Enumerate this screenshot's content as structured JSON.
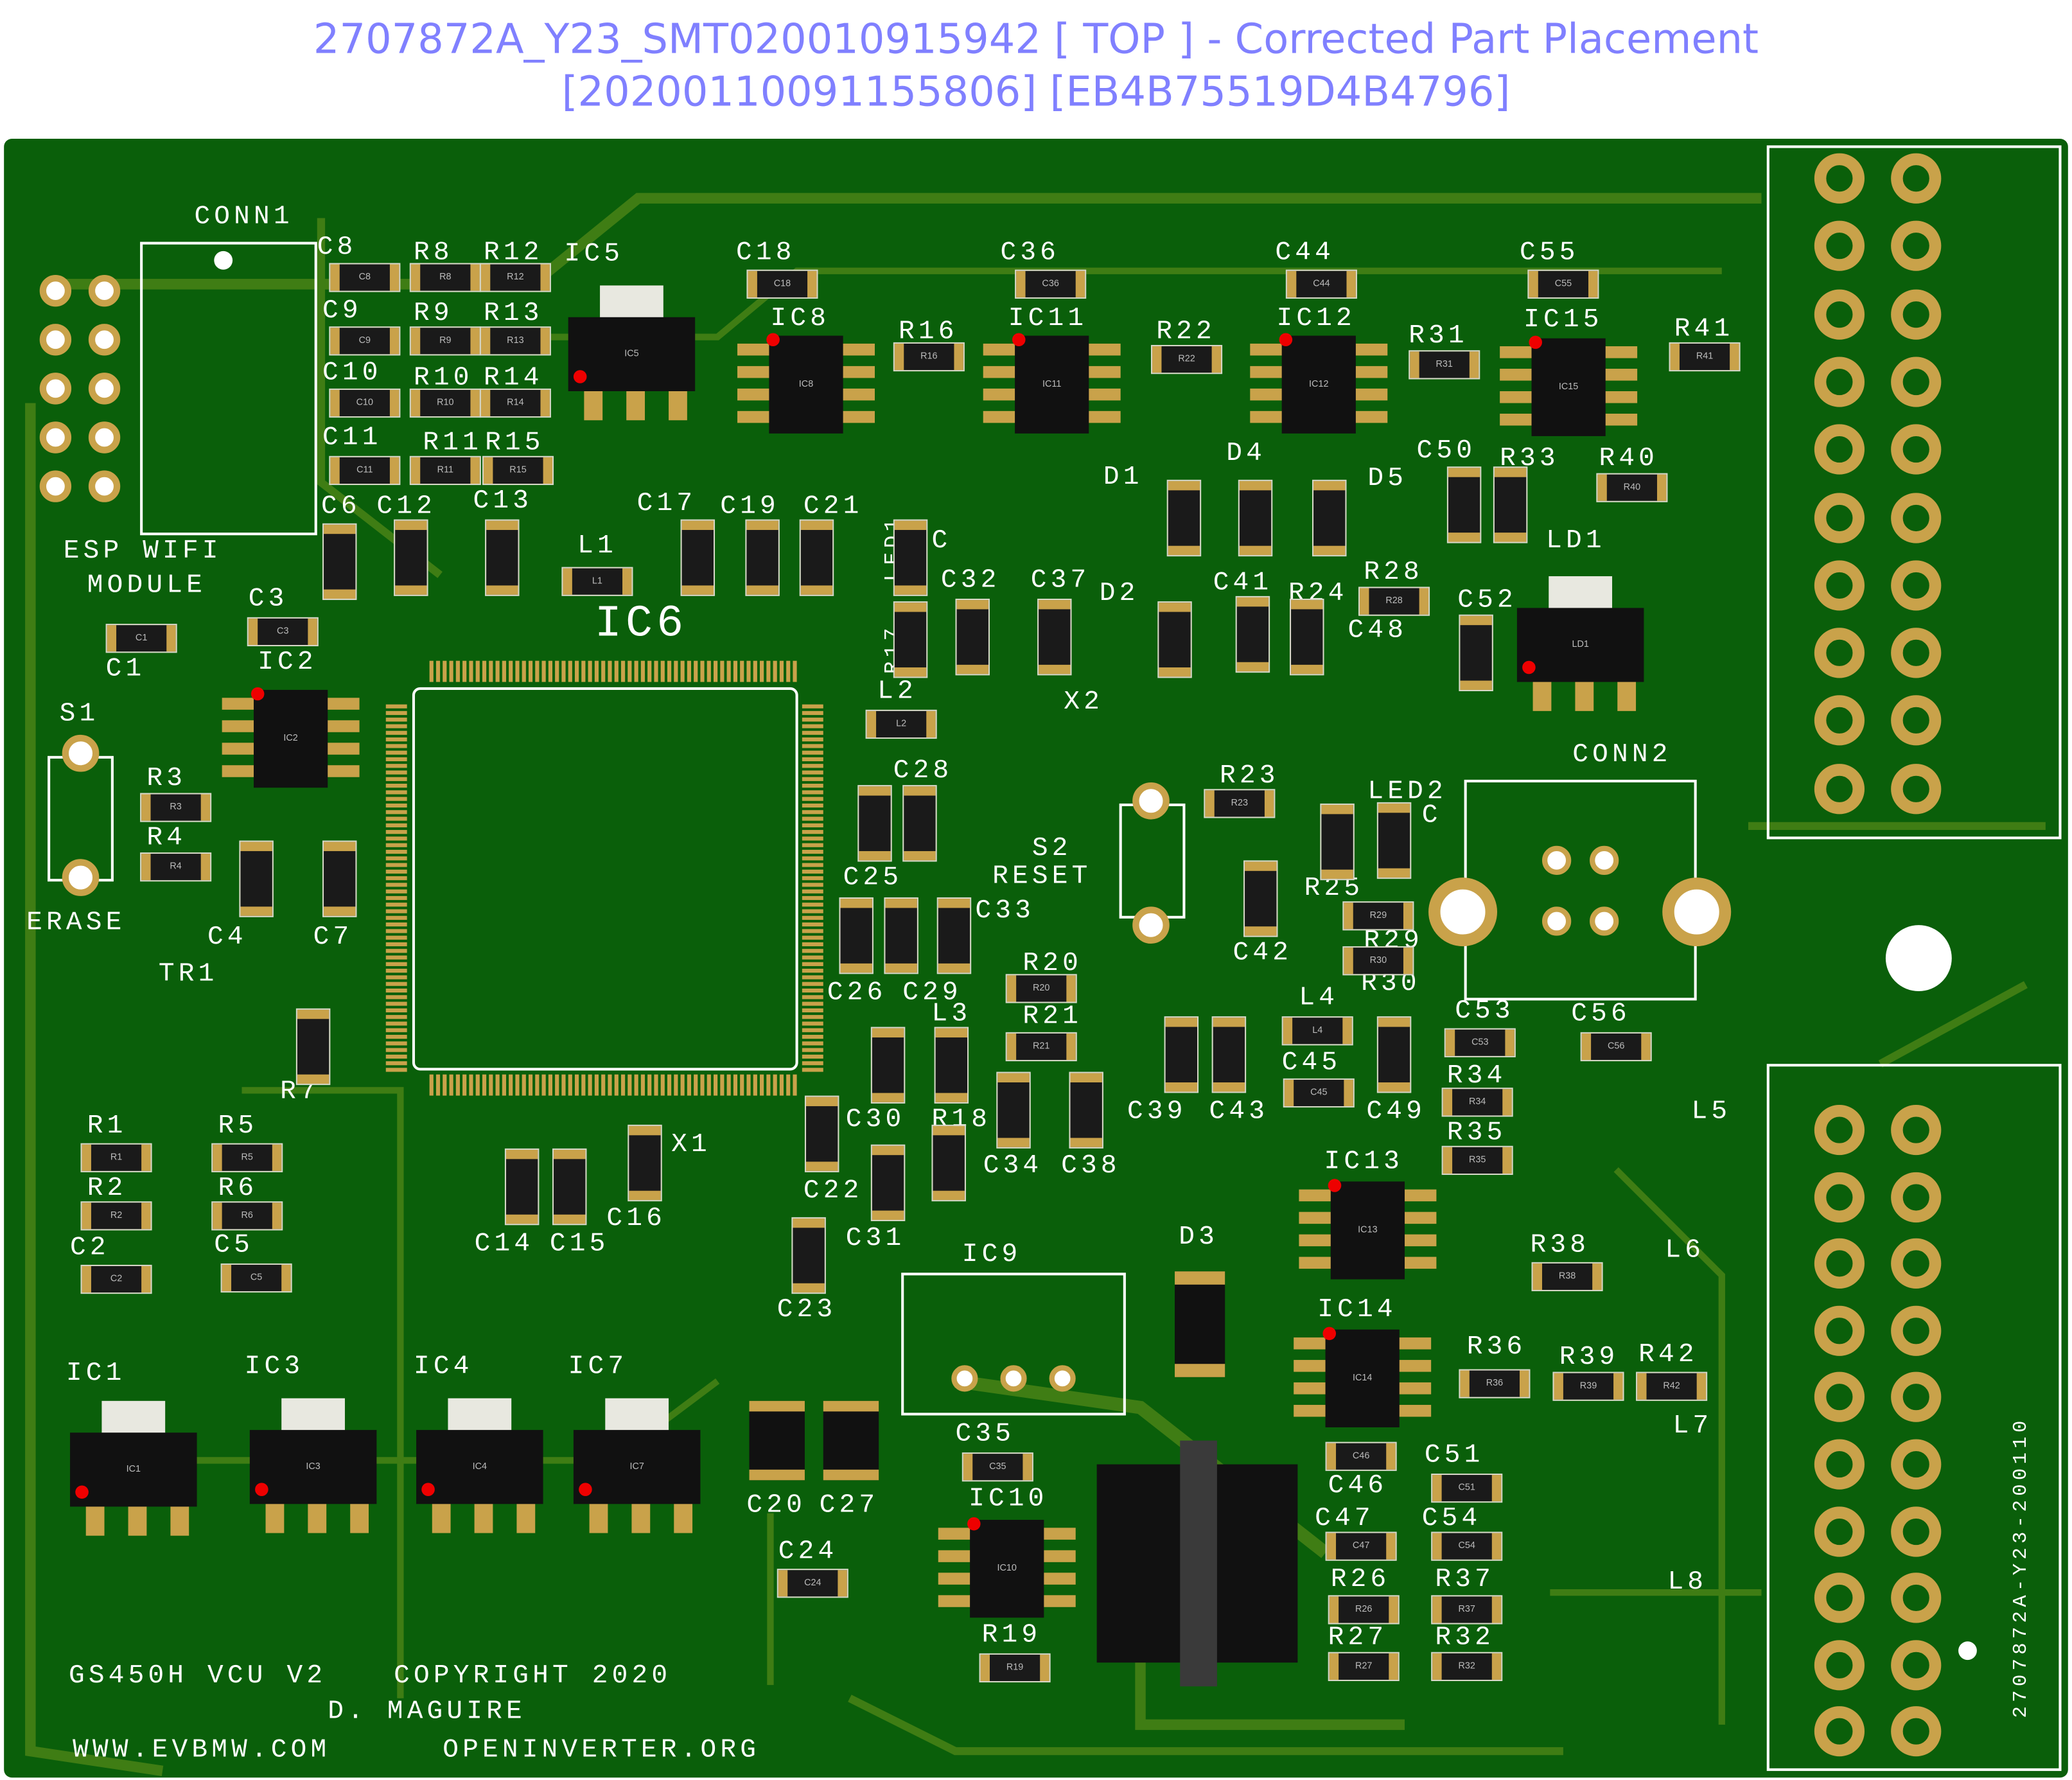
{
  "title": {
    "line1": "2707872A_Y23_SMT020010915942 [ TOP ] - Corrected Part Placement",
    "line2": "[20200110091155806] [EB4B75519D4B4796]"
  },
  "board_text": {
    "name": "GS450H VCU V2",
    "copyright": "COPYRIGHT 2020",
    "author": "D. MAGUIRE",
    "url1": "WWW.EVBMW.COM",
    "url2": "OPENINVERTER.ORG",
    "edge_code": "2707872A-Y23-200110",
    "esp1": "ESP WIFI",
    "esp2": "MODULE",
    "reset": "RESET",
    "erase": "ERASE",
    "ic6": "IC6"
  },
  "refdes": [
    "CONN1",
    "C8",
    "R8",
    "R12",
    "IC5",
    "C18",
    "C36",
    "C44",
    "C55",
    "C9",
    "R9",
    "R13",
    "IC8",
    "R16",
    "IC11",
    "R22",
    "IC12",
    "R31",
    "IC15",
    "R41",
    "C10",
    "R10",
    "R14",
    "C11",
    "R11",
    "R15",
    "C6",
    "C12",
    "C13",
    "C17",
    "C19",
    "C21",
    "D1",
    "D4",
    "D5",
    "C50",
    "R33",
    "R40",
    "L1",
    "C",
    "LD1",
    "C3",
    "C32",
    "C37",
    "D2",
    "C41",
    "R24",
    "R28",
    "C52",
    "C48",
    "C1",
    "IC2",
    "L2",
    "X2",
    "S1",
    "CONN2",
    "R23",
    "C28",
    "LED2",
    "C",
    "R3",
    "R4",
    "S2",
    "C25",
    "R25",
    "C33",
    "R29",
    "R30",
    "C4",
    "C7",
    "C42",
    "TR1",
    "R20",
    "C26",
    "C29",
    "L4",
    "C53",
    "C56",
    "L3",
    "R21",
    "R7",
    "C45",
    "R34",
    "L5",
    "C39",
    "C43",
    "C49",
    "C30",
    "R18",
    "R1",
    "R5",
    "R35",
    "C34",
    "C38",
    "IC13",
    "X1",
    "R2",
    "R6",
    "C16",
    "C22",
    "C14",
    "C15",
    "C31",
    "R38",
    "L6",
    "D3",
    "C2",
    "C5",
    "IC9",
    "C23",
    "IC14",
    "R36",
    "R39",
    "R42",
    "IC1",
    "IC3",
    "IC4",
    "IC7",
    "L7",
    "C35",
    "C51",
    "C46",
    "C20",
    "C27",
    "IC10",
    "C47",
    "C54",
    "C24",
    "R26",
    "R37",
    "L8",
    "R19",
    "R27",
    "R32",
    "LED1",
    "R17"
  ],
  "colors": {
    "board": "#0a5f0a",
    "trace": "#3f7d14",
    "pad": "#c9a24a",
    "silk": "#ffffff",
    "title": "#8080ff",
    "marker": "#ee0000"
  }
}
